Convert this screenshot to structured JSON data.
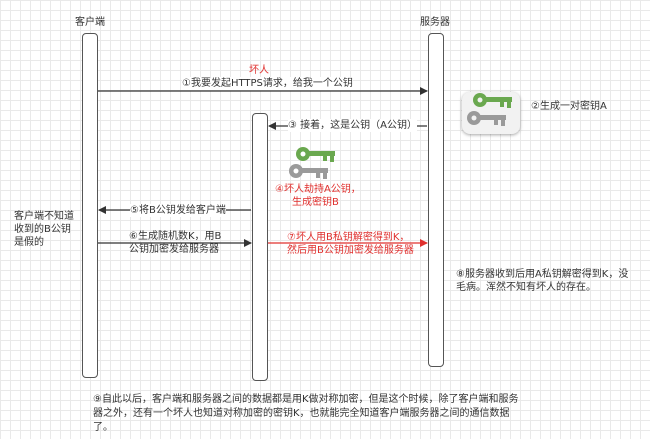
{
  "actors": {
    "client": "客户端",
    "server": "服务器",
    "attacker": "坏人"
  },
  "messages": {
    "m1": "①我要发起HTTPS请求，给我一个公钥",
    "m2": "②生成一对密钥A",
    "m3": "③ 接着，这是公钥（A公钥）",
    "m4_line1": "④坏人劫持A公钥，",
    "m4_line2": "生成密钥B",
    "m5": "⑤将B公钥发给客户端",
    "m6_line1": "⑥生成随机数K，用B",
    "m6_line2": "公钥加密发给服务器",
    "m7_line1": "⑦坏人用B私钥解密得到K，",
    "m7_line2": "然后用B公钥加密发给服务器",
    "m8": "⑧服务器收到后用A私钥解密得到K，没毛病。浑然不知有坏人的存在。",
    "m9": "⑨自此以后，客户端和服务器之间的数据都是用K做对称加密，但是这个时候，除了客户端和服务器之外，还有一个坏人也知道对称加密的密钥K，也就能完全知道客户端服务器之间的通信数据了。"
  },
  "client_note": "客户端不知道收到的B公钥是假的",
  "colors": {
    "red": "#e0302e",
    "green_key": "#6aa84f",
    "gray_key": "#9a9a9a",
    "line": "#333333"
  },
  "icons": [
    "key-pair-icon-server",
    "key-pair-icon-attacker"
  ]
}
